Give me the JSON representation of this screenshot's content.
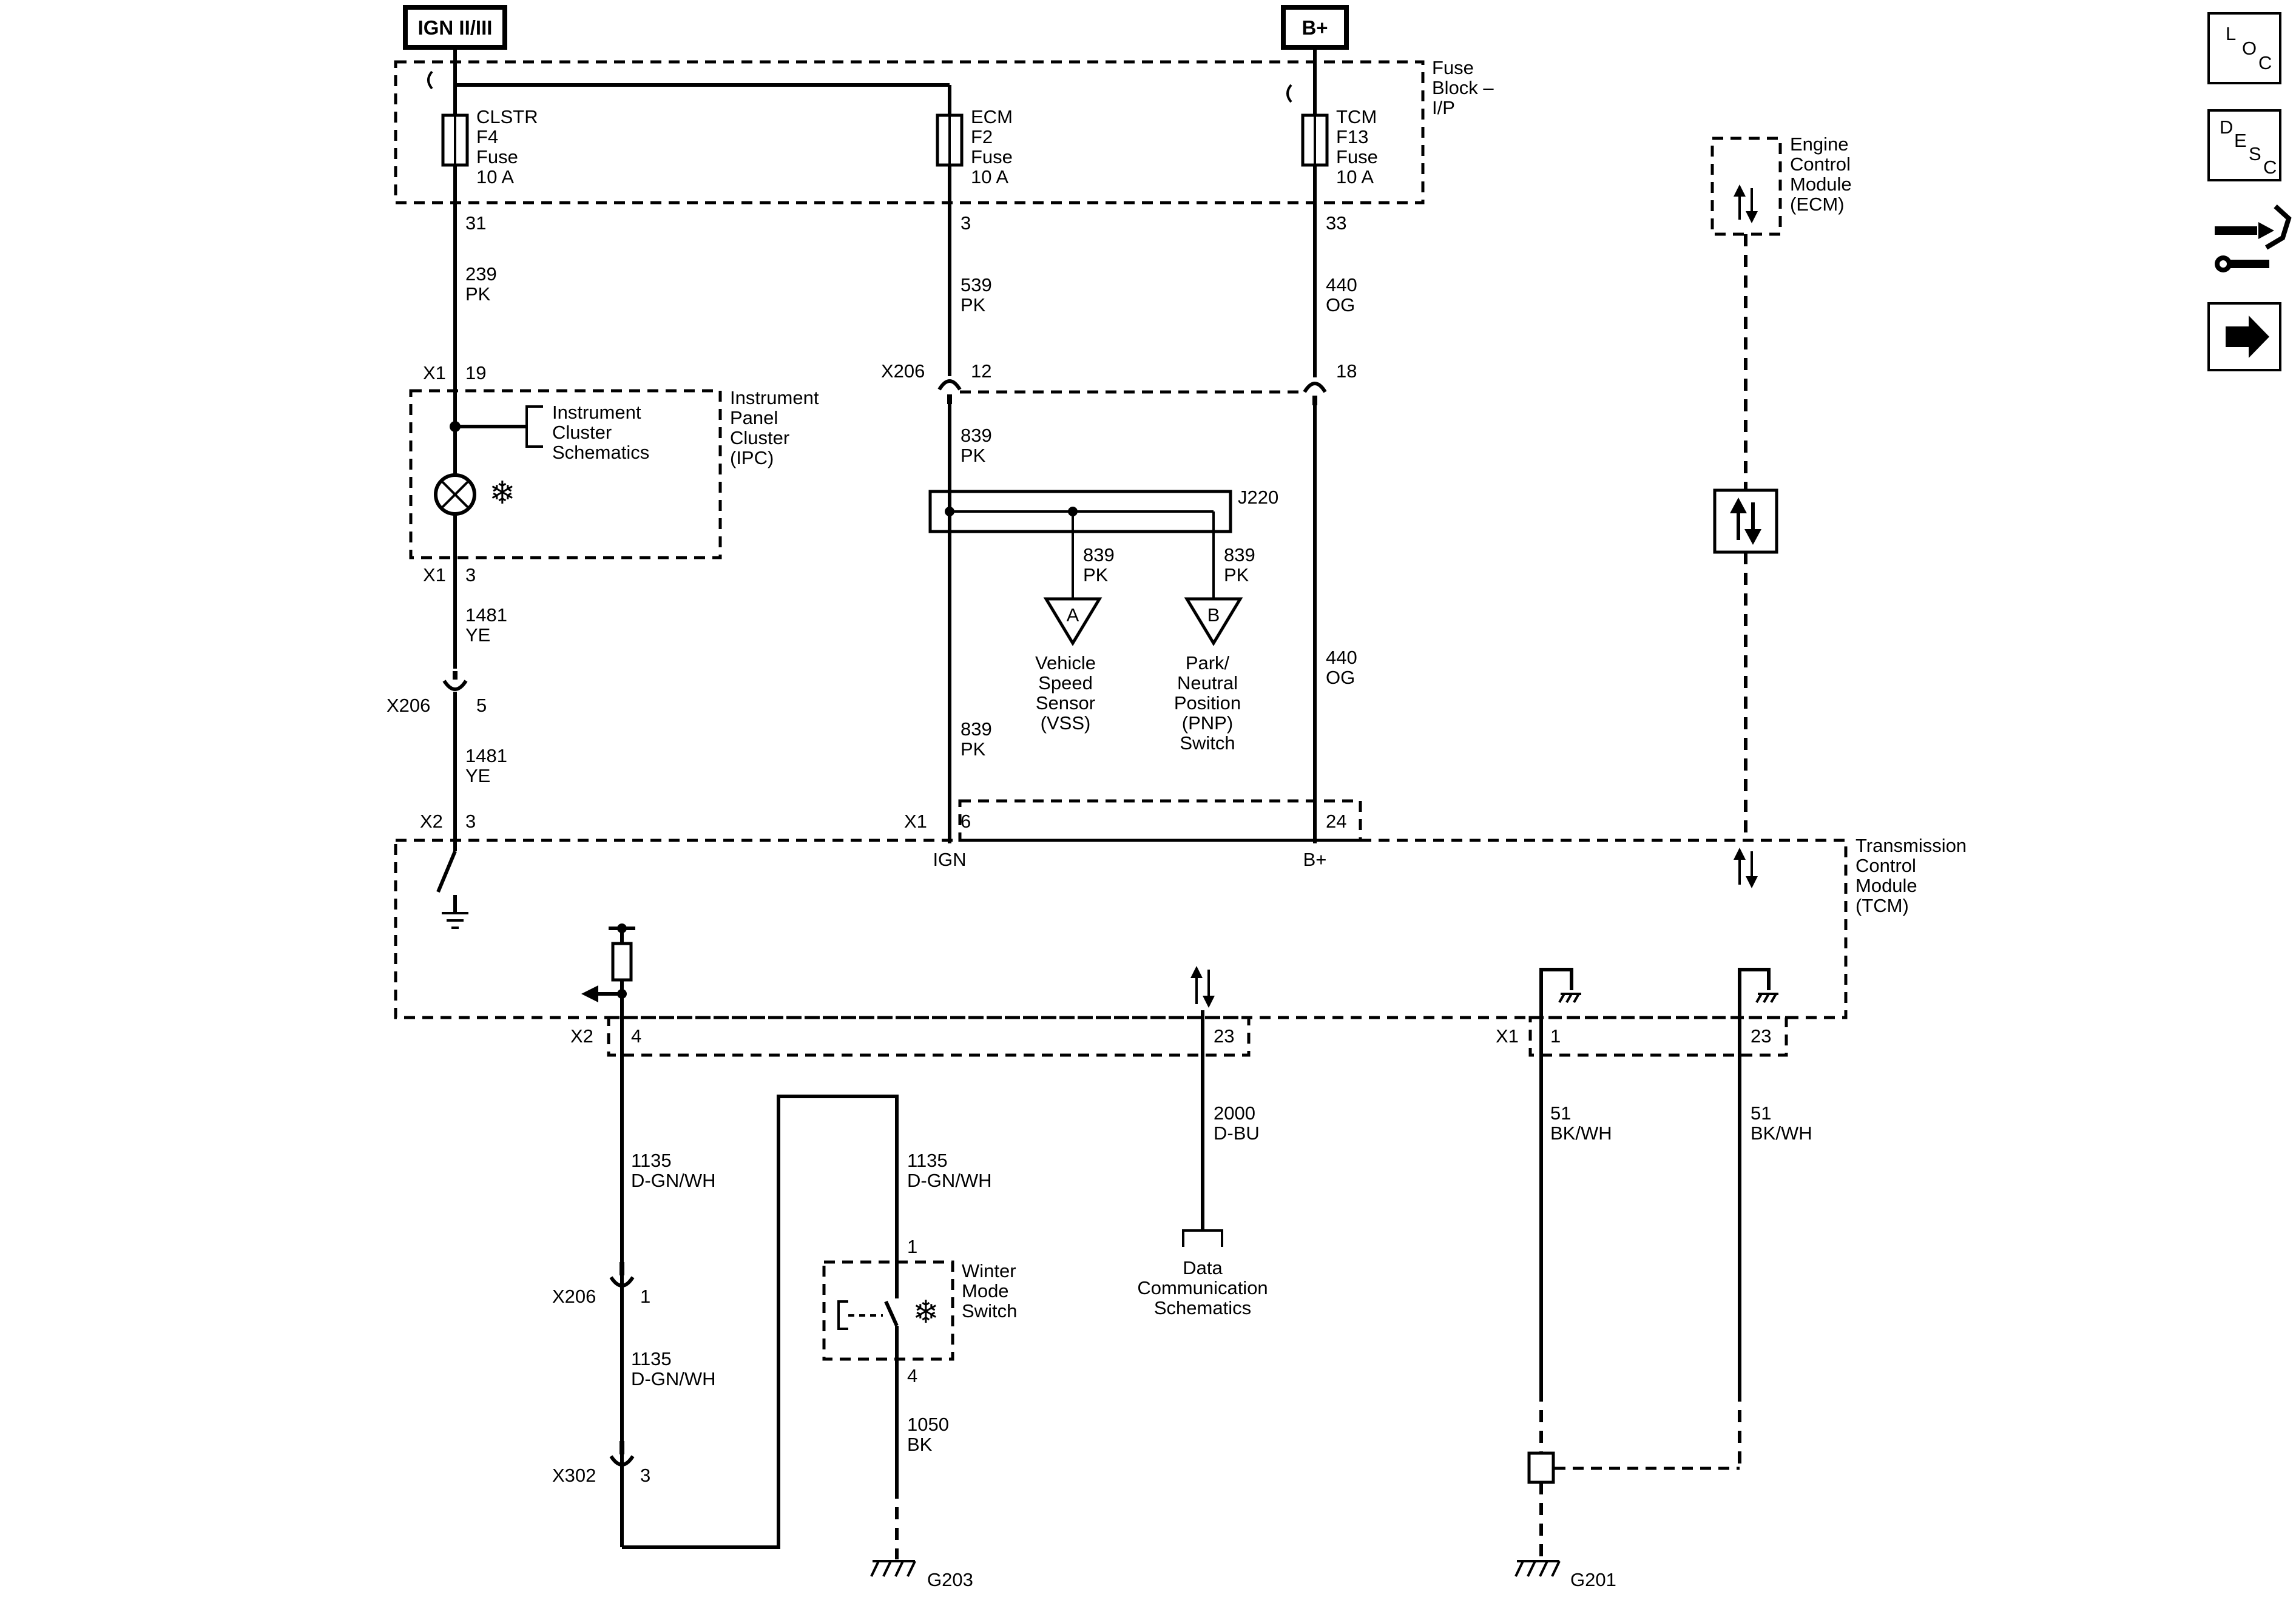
{
  "sources": {
    "ign": "IGN II/III",
    "bplus": "B+"
  },
  "fuse_block": {
    "label_1": "Fuse",
    "label_2": "Block –",
    "label_3": "I/P"
  },
  "fuses": {
    "clstr": {
      "l1": "CLSTR",
      "l2": "F4",
      "l3": "Fuse",
      "l4": "10 A",
      "pin": "31"
    },
    "ecm": {
      "l1": "ECM",
      "l2": "F2",
      "l3": "Fuse",
      "l4": "10 A",
      "pin": "3"
    },
    "tcm": {
      "l1": "TCM",
      "l2": "F13",
      "l3": "Fuse",
      "l4": "10 A",
      "pin": "33"
    }
  },
  "wires": {
    "w239": {
      "circuit": "239",
      "color": "PK"
    },
    "w539": {
      "circuit": "539",
      "color": "PK"
    },
    "w440a": {
      "circuit": "440",
      "color": "OG"
    },
    "w440b": {
      "circuit": "440",
      "color": "OG"
    },
    "w839a": {
      "circuit": "839",
      "color": "PK"
    },
    "w839b": {
      "circuit": "839",
      "color": "PK"
    },
    "w839c": {
      "circuit": "839",
      "color": "PK"
    },
    "w839d": {
      "circuit": "839",
      "color": "PK"
    },
    "w1481a": {
      "circuit": "1481",
      "color": "YE"
    },
    "w1481b": {
      "circuit": "1481",
      "color": "YE"
    },
    "w1135a": {
      "circuit": "1135",
      "color": "D-GN/WH"
    },
    "w1135b": {
      "circuit": "1135",
      "color": "D-GN/WH"
    },
    "w1135c": {
      "circuit": "1135",
      "color": "D-GN/WH"
    },
    "w2000": {
      "circuit": "2000",
      "color": "D-BU"
    },
    "w51a": {
      "circuit": "51",
      "color": "BK/WH"
    },
    "w51b": {
      "circuit": "51",
      "color": "BK/WH"
    },
    "w1050": {
      "circuit": "1050",
      "color": "BK"
    }
  },
  "connectors": {
    "x1_19": {
      "name": "X1",
      "pin": "19"
    },
    "x1_3": {
      "name": "X1",
      "pin": "3"
    },
    "x206_5": {
      "name": "X206",
      "pin": "5"
    },
    "x206_12": {
      "name": "X206",
      "pin": "12"
    },
    "x206_18": {
      "pin": "18"
    },
    "x2_3": {
      "name": "X2",
      "pin": "3"
    },
    "tcm_x1_6": {
      "name": "X1",
      "pin": "6"
    },
    "tcm_x1_24": {
      "pin": "24"
    },
    "tcm_x2_4": {
      "name": "X2",
      "pin": "4"
    },
    "tcm_23a": {
      "pin": "23"
    },
    "tcm_x1_1": {
      "name": "X1",
      "pin": "1"
    },
    "tcm_23b": {
      "pin": "23"
    },
    "x206_1": {
      "name": "X206",
      "pin": "1"
    },
    "x302_3": {
      "name": "X302",
      "pin": "3"
    },
    "sw_1": {
      "pin": "1"
    },
    "sw_4": {
      "pin": "4"
    }
  },
  "ipc": {
    "l1": "Instrument",
    "l2": "Panel",
    "l3": "Cluster",
    "l4": "(IPC)"
  },
  "ipc_schem": {
    "l1": "Instrument",
    "l2": "Cluster",
    "l3": "Schematics"
  },
  "splice": {
    "name": "J220"
  },
  "vss": {
    "letter": "A",
    "l1": "Vehicle",
    "l2": "Speed",
    "l3": "Sensor",
    "l4": "(VSS)"
  },
  "pnp": {
    "letter": "B",
    "l1": "Park/",
    "l2": "Neutral",
    "l3": "Position",
    "l4": "(PNP)",
    "l5": "Switch"
  },
  "tcm": {
    "l1": "Transmission",
    "l2": "Control",
    "l3": "Module",
    "l4": "(TCM)",
    "ign": "IGN",
    "bplus": "B+"
  },
  "ecm_mod": {
    "l1": "Engine",
    "l2": "Control",
    "l3": "Module",
    "l4": "(ECM)"
  },
  "data_comm": {
    "l1": "Data",
    "l2": "Communication",
    "l3": "Schematics"
  },
  "winter": {
    "l1": "Winter",
    "l2": "Mode",
    "l3": "Switch"
  },
  "grounds": {
    "g203": "G203",
    "g201": "G201"
  },
  "nav": {
    "loc": {
      "a": "L",
      "b": "O",
      "c": "C"
    },
    "desc": {
      "a": "D",
      "b": "E",
      "c": "S",
      "d": "C"
    }
  }
}
